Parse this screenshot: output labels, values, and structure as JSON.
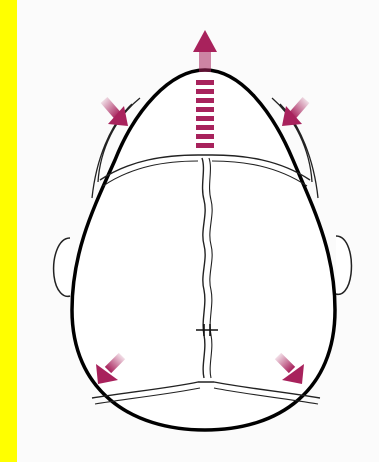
{
  "diagram": {
    "subject": "skull-top-view",
    "colors": {
      "frame_bar": "#ffff00",
      "background": "#fbfbfb",
      "skull_outline": "#000000",
      "arrow": "#a8225c",
      "arrow_dark": "#8f1a4d"
    },
    "arrows": [
      {
        "name": "arrow-up-icon",
        "direction": "up"
      },
      {
        "name": "arrow-down-right-left-icon",
        "direction": "down-right"
      },
      {
        "name": "arrow-down-left-right-icon",
        "direction": "down-left"
      },
      {
        "name": "arrow-down-left-bottom-icon",
        "direction": "down-left"
      },
      {
        "name": "arrow-down-right-bottom-icon",
        "direction": "down-right"
      }
    ]
  }
}
